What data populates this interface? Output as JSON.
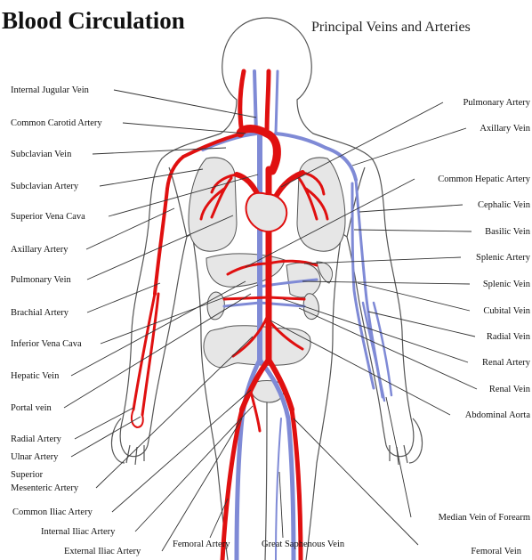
{
  "title": "Blood Circulation",
  "subtitle": "Principal Veins and Arteries",
  "colors": {
    "artery": "#e01010",
    "vein": "#7f8ad6",
    "organ": "#e6e6e6",
    "outline": "#555555"
  },
  "labels_left": [
    "Internal Jugular Vein",
    "Common Carotid Artery",
    "Subclavian Vein",
    "Subclavian Artery",
    "Superior Vena Cava",
    "Axillary Artery",
    "Pulmonary Vein",
    "Brachial Artery",
    "Inferior Vena Cava",
    "Hepatic Vein",
    "Portal vein",
    "Radial Artery",
    "Ulnar Artery",
    "Superior",
    "Mesenteric Artery",
    "Common Iliac Artery",
    "Internal Iliac Artery",
    "External Iliac Artery"
  ],
  "labels_right": [
    "Pulmonary Artery",
    "Axillary Vein",
    "Common Hepatic Artery",
    "Cephalic Vein",
    "Basilic Vein",
    "Splenic Artery",
    "Splenic Vein",
    "Cubital Vein",
    "Radial Vein",
    "Renal Artery",
    "Renal Vein",
    "Abdominal Aorta",
    "Median Vein of Forearm",
    "Femoral Vein"
  ],
  "labels_bottom": [
    "Femoral Artery",
    "Great Saphenous Vein"
  ]
}
